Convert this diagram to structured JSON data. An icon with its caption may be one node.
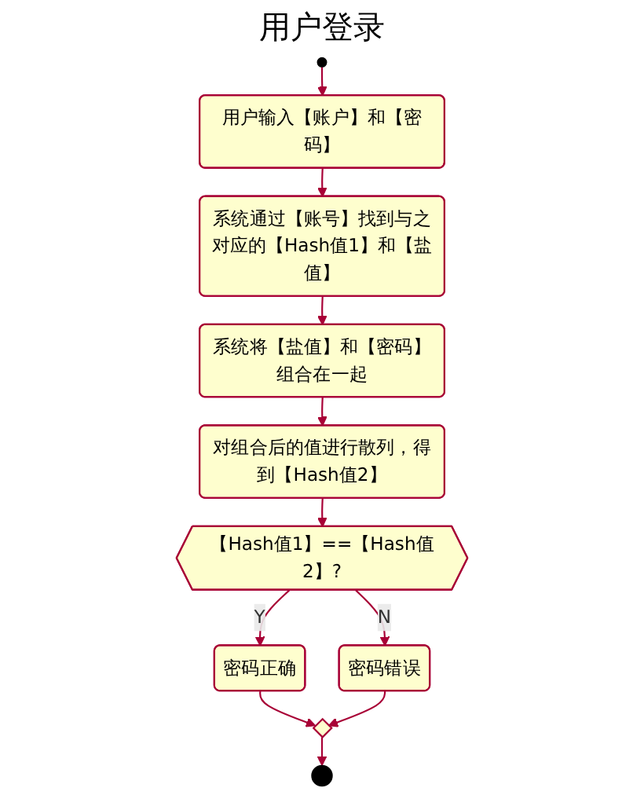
{
  "diagram": {
    "title": "用户登录",
    "nodes": [
      {
        "text": [],
        "shape": "circle"
      },
      {
        "text": [
          "用户输入【账户】和【密码】"
        ]
      },
      {
        "text": [
          "系统通过【账号】找到与之对应的【Hash值1】和【盐值】"
        ]
      },
      {
        "text": [
          "系统将【盐值】和【密码】组合在一起"
        ]
      },
      {
        "text": [
          "对组合后的值进行散列，得到【Hash值2】"
        ]
      },
      {
        "text": [
          "【Hash值1】==【Hash值2】?"
        ]
      },
      {
        "text": [
          "密码正确"
        ]
      },
      {
        "text": [
          "密码错误"
        ]
      },
      {
        "text": [],
        "shape": "diamond"
      },
      {
        "text": [],
        "shape": "circle"
      }
    ],
    "edges": [
      {
        "from": 0,
        "to": 1,
        "arrow": "to"
      },
      {
        "from": 1,
        "to": 2,
        "arrow": "to"
      },
      {
        "from": 2,
        "to": 3,
        "arrow": "to"
      },
      {
        "from": 3,
        "to": 4,
        "arrow": "to"
      },
      {
        "from": 4,
        "to": 5,
        "arrow": "to"
      },
      {
        "from": 5,
        "to": 6,
        "arrow": "to",
        "label": "Y"
      },
      {
        "from": 5,
        "to": 7,
        "arrow": "to",
        "label": "N"
      },
      {
        "from": 6,
        "to": 8,
        "arrow": "to"
      },
      {
        "from": 7,
        "to": 8,
        "arrow": "to"
      },
      {
        "from": 8,
        "to": 9,
        "arrow": "to"
      }
    ]
  }
}
